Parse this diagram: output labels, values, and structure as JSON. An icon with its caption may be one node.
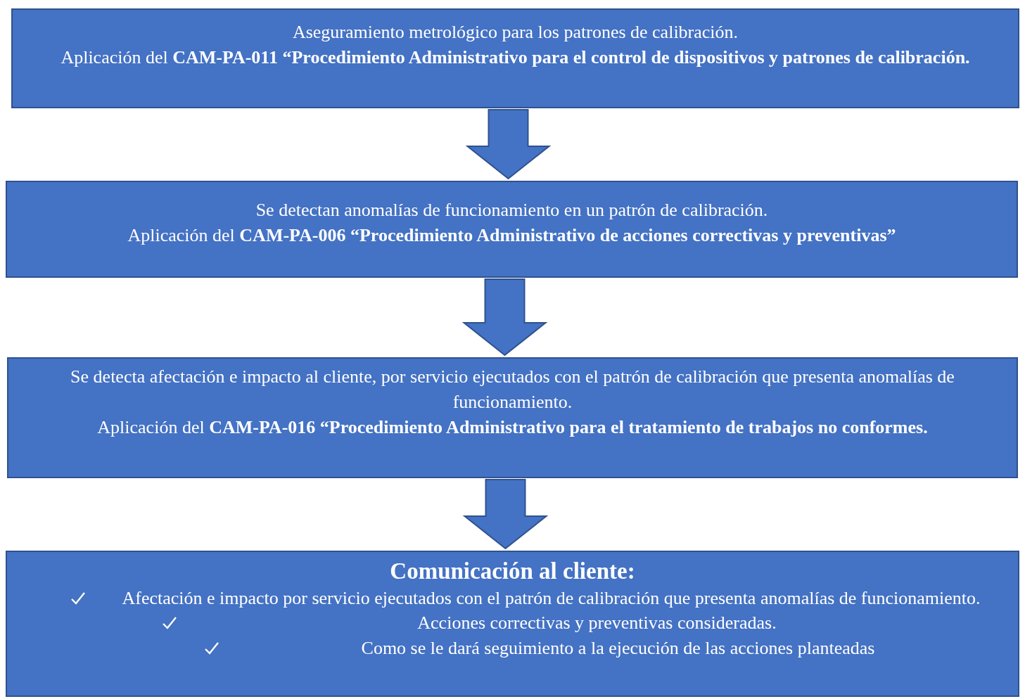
{
  "diagram": {
    "nodes": [
      {
        "text": [
          "Aseguramiento metrológico para los patrones de calibración.",
          "Aplicación del **CAM-PA-011 “Procedimiento Administrativo para el control de dispositivos y patrones de calibración.**"
        ]
      },
      {
        "text": [
          "Se detectan anomalías de funcionamiento en un patrón de calibración.",
          "Aplicación del **CAM-PA-006 “Procedimiento Administrativo de acciones correctivas y preventivas”**"
        ]
      },
      {
        "text": [
          "Se detecta afectación e impacto al cliente, por servicio ejecutados con el patrón de calibración que presenta anomalías de funcionamiento.",
          "Aplicación del **CAM-PA-016 “Procedimiento Administrativo para el tratamiento de trabajos no conformes.**"
        ]
      },
      {
        "text": [
          "Comunicación al cliente:",
          "Afectación e impacto por servicio ejecutados con el patrón de calibración que presenta anomalías de funcionamiento.",
          "Acciones correctivas y preventivas consideradas.",
          "Como se le dará seguimiento a la ejecución de las acciones planteadas"
        ]
      }
    ],
    "edges": [
      {
        "from": 0,
        "to": 1,
        "arrow": "to",
        "style": "thick"
      },
      {
        "from": 1,
        "to": 2,
        "arrow": "to",
        "style": "thick"
      },
      {
        "from": 2,
        "to": 3,
        "arrow": "to",
        "style": "thick"
      }
    ]
  }
}
